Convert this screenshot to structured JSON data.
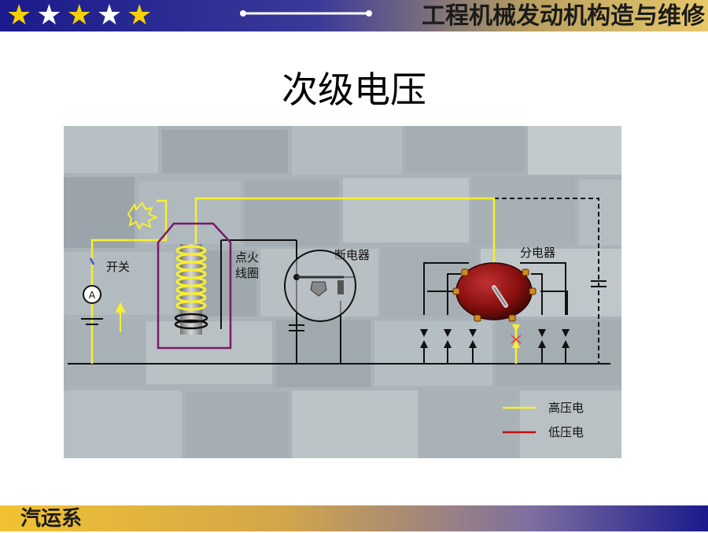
{
  "header": {
    "stars": [
      "gold",
      "white",
      "gold",
      "white",
      "gold"
    ],
    "course_title": "工程机械发动机构造与维修"
  },
  "slide": {
    "title": "次级电压"
  },
  "diagram": {
    "labels": {
      "switch": "开关",
      "coil_line1": "点火",
      "coil_line2": "线圈",
      "breaker": "断电器",
      "distributor": "分电器",
      "ammeter": "A"
    },
    "legend": [
      {
        "label": "高压电",
        "color": "#f7ef30"
      },
      {
        "label": "低压电",
        "color": "#c01010"
      }
    ],
    "colors": {
      "high_voltage": "#f7ef30",
      "wire": "#111111",
      "coil_housing": "#7a1a6a",
      "distributor_body": "#8a1010"
    }
  },
  "footer": {
    "label": "汽运系"
  }
}
